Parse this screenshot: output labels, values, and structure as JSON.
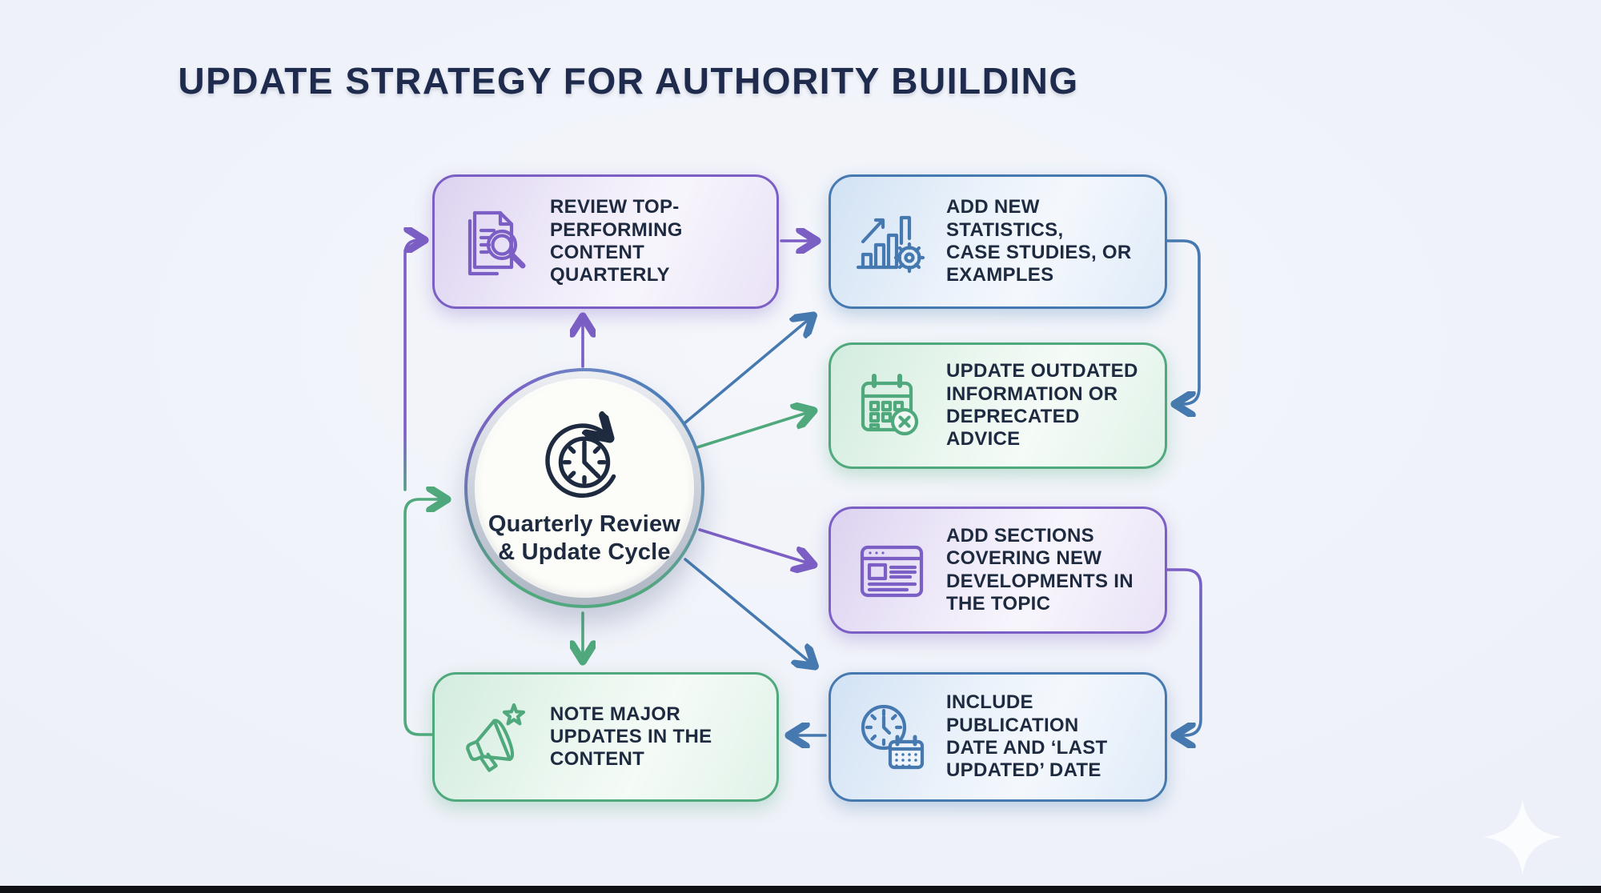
{
  "title": "UPDATE STRATEGY FOR AUTHORITY BUILDING",
  "center": {
    "label": "Quarterly Review\n& Update Cycle",
    "icon": "clock-refresh-icon"
  },
  "boxes": [
    {
      "id": "review",
      "color": "purple",
      "icon": "document-magnifier-icon",
      "label": "REVIEW TOP-\nPERFORMING\nCONTENT QUARTERLY"
    },
    {
      "id": "statistics",
      "color": "blue",
      "icon": "chart-gear-icon",
      "label": "ADD NEW STATISTICS,\nCASE STUDIES, OR\nEXAMPLES"
    },
    {
      "id": "outdated",
      "color": "green",
      "icon": "calendar-x-icon",
      "label": "UPDATE OUTDATED\nINFORMATION OR\nDEPRECATED ADVICE"
    },
    {
      "id": "sections",
      "color": "purple",
      "icon": "webpage-icon",
      "label": "ADD SECTIONS\nCOVERING NEW\nDEVELOPMENTS IN\nTHE TOPIC"
    },
    {
      "id": "publication",
      "color": "blue",
      "icon": "clock-calendar-icon",
      "label": "INCLUDE PUBLICATION\nDATE AND ‘LAST\nUPDATED’ DATE"
    },
    {
      "id": "updates",
      "color": "green",
      "icon": "megaphone-star-icon",
      "label": "NOTE MAJOR\nUPDATES IN THE\nCONTENT"
    }
  ],
  "colors": {
    "purple": "#7b5fc5",
    "blue": "#4679b0",
    "green": "#4fa97c",
    "ink": "#1e2a3f",
    "title": "#1f2b4d"
  }
}
